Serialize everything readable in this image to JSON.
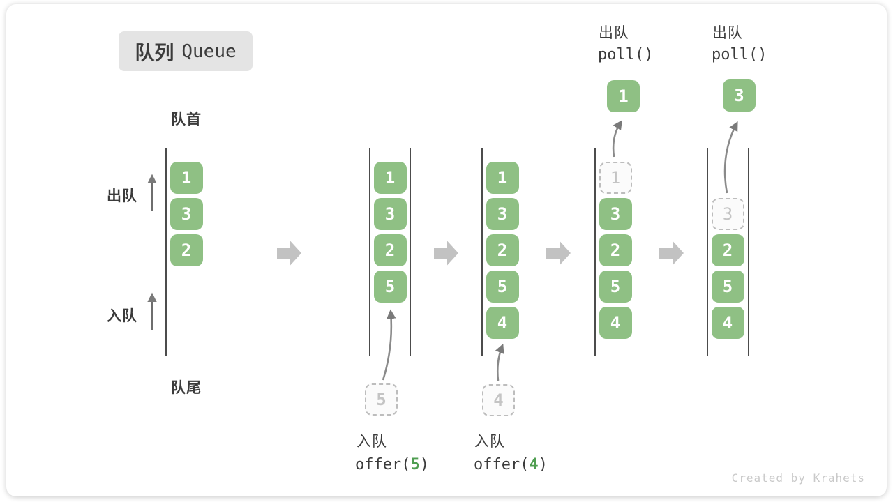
{
  "title": {
    "zh": "队列",
    "en": "Queue"
  },
  "labels": {
    "front": "队首",
    "rear": "队尾",
    "dequeue": "出队",
    "enqueue": "入队"
  },
  "queues": [
    {
      "items": [
        "1",
        "3",
        "2"
      ]
    },
    {
      "items": [
        "1",
        "3",
        "2",
        "5"
      ]
    },
    {
      "items": [
        "1",
        "3",
        "2",
        "5",
        "4"
      ]
    },
    {
      "ghost": "1",
      "items": [
        "3",
        "2",
        "5",
        "4"
      ]
    },
    {
      "ghost": "3",
      "items": [
        "2",
        "5",
        "4"
      ]
    }
  ],
  "operations": {
    "enqueue5": {
      "label": "入队",
      "fn": "offer(",
      "arg": "5",
      "close": ")",
      "ghost": "5"
    },
    "enqueue4": {
      "label": "入队",
      "fn": "offer(",
      "arg": "4",
      "close": ")",
      "ghost": "4"
    },
    "poll1": {
      "label": "出队",
      "code": "poll()",
      "value": "1"
    },
    "poll2": {
      "label": "出队",
      "code": "poll()",
      "value": "3"
    }
  },
  "watermark": "Created by Krahets",
  "colors": {
    "box_green": "#8FC084",
    "code_green": "#4F9E51",
    "arrow_gray": "#C2C2C2",
    "ghost_gray": "#BDBDBD",
    "ink": "#3B3B3B"
  }
}
